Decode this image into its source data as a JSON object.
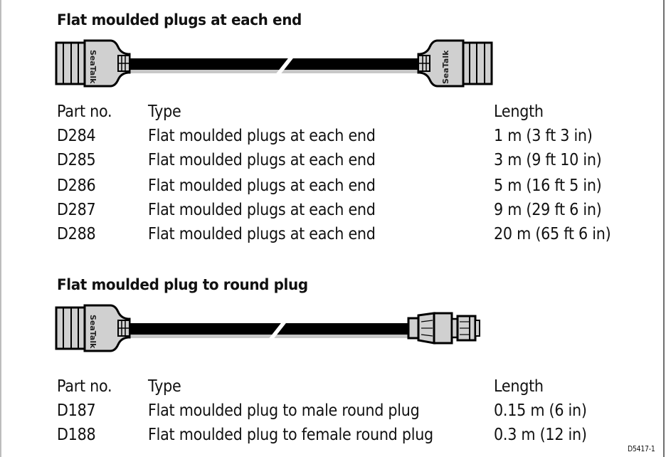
{
  "sections": [
    {
      "title": "Flat moulded plugs at each end",
      "illustration": {
        "left_connector": "seatalk-flat-plug",
        "right_connector": "seatalk-flat-plug",
        "connector_label": "SeaTalk"
      },
      "table": {
        "headers": [
          "Part no.",
          "Type",
          "Length"
        ],
        "rows": [
          [
            "D284",
            "Flat moulded plugs at each end",
            "1 m (3 ft 3 in)"
          ],
          [
            "D285",
            "Flat moulded plugs at each end",
            "3 m (9 ft 10 in)"
          ],
          [
            "D286",
            "Flat moulded plugs at each end",
            "5 m (16 ft 5 in)"
          ],
          [
            "D287",
            "Flat moulded plugs at each end",
            "9 m (29 ft 6 in)"
          ],
          [
            "D288",
            "Flat moulded plugs at each end",
            "20 m (65 ft 6 in)"
          ]
        ]
      }
    },
    {
      "title": "Flat moulded plug to round plug",
      "illustration": {
        "left_connector": "seatalk-flat-plug",
        "right_connector": "round-plug",
        "connector_label": "SeaTalk"
      },
      "table": {
        "headers": [
          "Part no.",
          "Type",
          "Length"
        ],
        "rows": [
          [
            "D187",
            "Flat moulded plug to male round plug",
            "0.15 m (6 in)"
          ],
          [
            "D188",
            "Flat moulded plug to female round plug",
            "0.3 m (12 in)"
          ]
        ]
      }
    }
  ],
  "figure_ref": "D5417-1",
  "colors": {
    "plug_fill": "#d0d0d0",
    "cable": "#000000",
    "shadow": "#c8c8c8"
  }
}
